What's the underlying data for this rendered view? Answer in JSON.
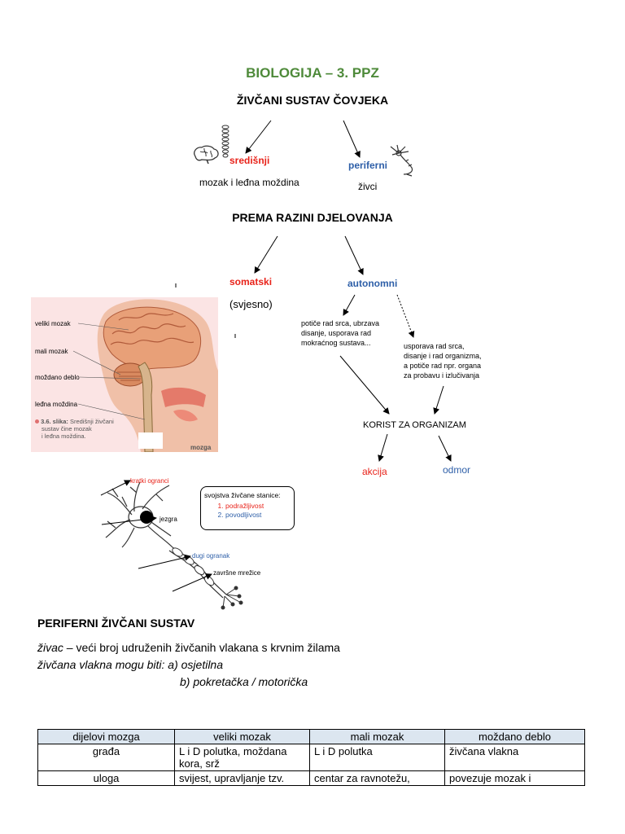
{
  "title": "BIOLOGIJA – 3. PPZ",
  "heading1": "ŽIVČANI SUSTAV ČOVJEKA",
  "branch_central": "središnji",
  "branch_central_desc": "mozak i leđna moždina",
  "branch_peripheral": "periferni",
  "branch_peripheral_desc": "živci",
  "heading2": "PREMA RAZINI DJELOVANJA",
  "somatic": "somatski",
  "somatic_desc": "(svjesno)",
  "autonomic": "autonomni",
  "auto_left": [
    "potiče rad srca, ubrzava",
    "disanje, usporava rad",
    "mokraćnog sustava..."
  ],
  "auto_right": [
    "usporava rad srca,",
    "disanje i rad organizma,",
    "a potiče rad npr. organa",
    "za probavu i izlučivanja"
  ],
  "benefit": "KORIST ZA ORGANIZAM",
  "action": "akcija",
  "rest": "odmor",
  "brain_labels": {
    "veliki": "veliki mozak",
    "mali": "mali mozak",
    "deblo": "moždano deblo",
    "ledna": "leđna moždina",
    "caption_bold": "3.6. slika:",
    "caption_1": "Središnji živčani",
    "caption_2": "sustav čine mozak",
    "caption_3": "i leđna moždina.",
    "corner": "mozga m"
  },
  "neuron": {
    "short": "kratki ogranci",
    "nucleus": "jezgra",
    "long": "dugi ogranak",
    "endings": "završne mrežice"
  },
  "properties": {
    "title": "svojstva živčane stanice:",
    "items": [
      "podražljivost",
      "povodljivost"
    ]
  },
  "peripheral_heading": "PERIFERNI ŽIVČANI SUSTAV",
  "nerve_term": "živac",
  "nerve_def": " – veći broj udruženih živčanih vlakana s krvnim žilama",
  "fibers_line": "živčana vlakna mogu biti: a) osjetilna",
  "fibers_b": "b) pokretačka / motorička",
  "table": {
    "headers": [
      "dijelovi mozga",
      "veliki mozak",
      "mali mozak",
      "moždano deblo"
    ],
    "rows": [
      [
        "građa",
        "L i D polutka, moždana kora, srž",
        "L i D polutka",
        "živčana vlakna"
      ],
      [
        "uloga",
        "svijest, upravljanje tzv.",
        "centar za ravnotežu,",
        "povezuje mozak i"
      ]
    ]
  }
}
